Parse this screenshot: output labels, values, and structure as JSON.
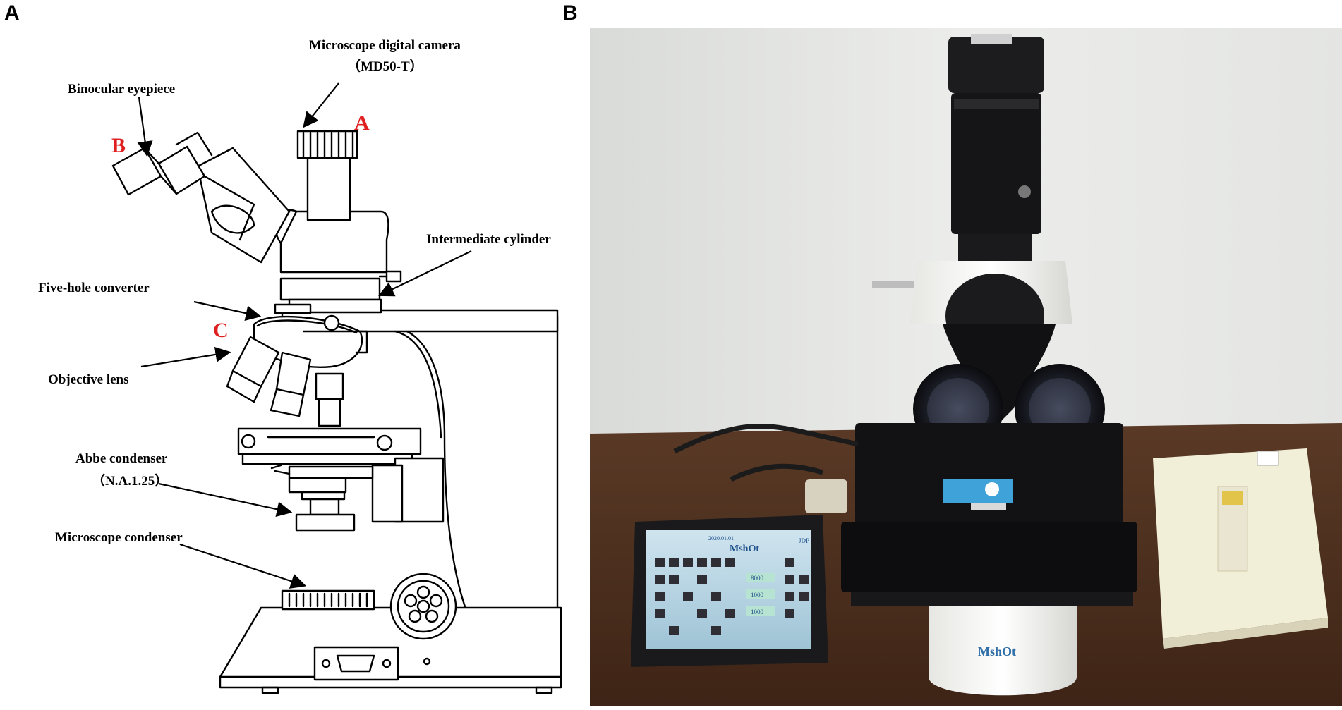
{
  "panels": {
    "a": {
      "letter": "A",
      "labels": {
        "camera": "Microscope digital camera",
        "camera_model": "（MD50-T）",
        "eyepiece": "Binocular eyepiece",
        "intermediate": "Intermediate cylinder",
        "converter": "Five-hole converter",
        "objective": "Objective lens",
        "abbe": "Abbe condenser",
        "abbe_na": "（N.A.1.25）",
        "condenser": "Microscope condenser"
      },
      "markers": {
        "a": "A",
        "b": "B",
        "c": "C"
      },
      "marker_color": "#e02020"
    },
    "b": {
      "letter": "B",
      "tablet": {
        "brand": "MshOt",
        "header": "2020.01.01",
        "side_text": "JDP",
        "values": [
          "8000",
          "1000",
          "1000"
        ]
      },
      "base_brand": "MshOt"
    }
  }
}
